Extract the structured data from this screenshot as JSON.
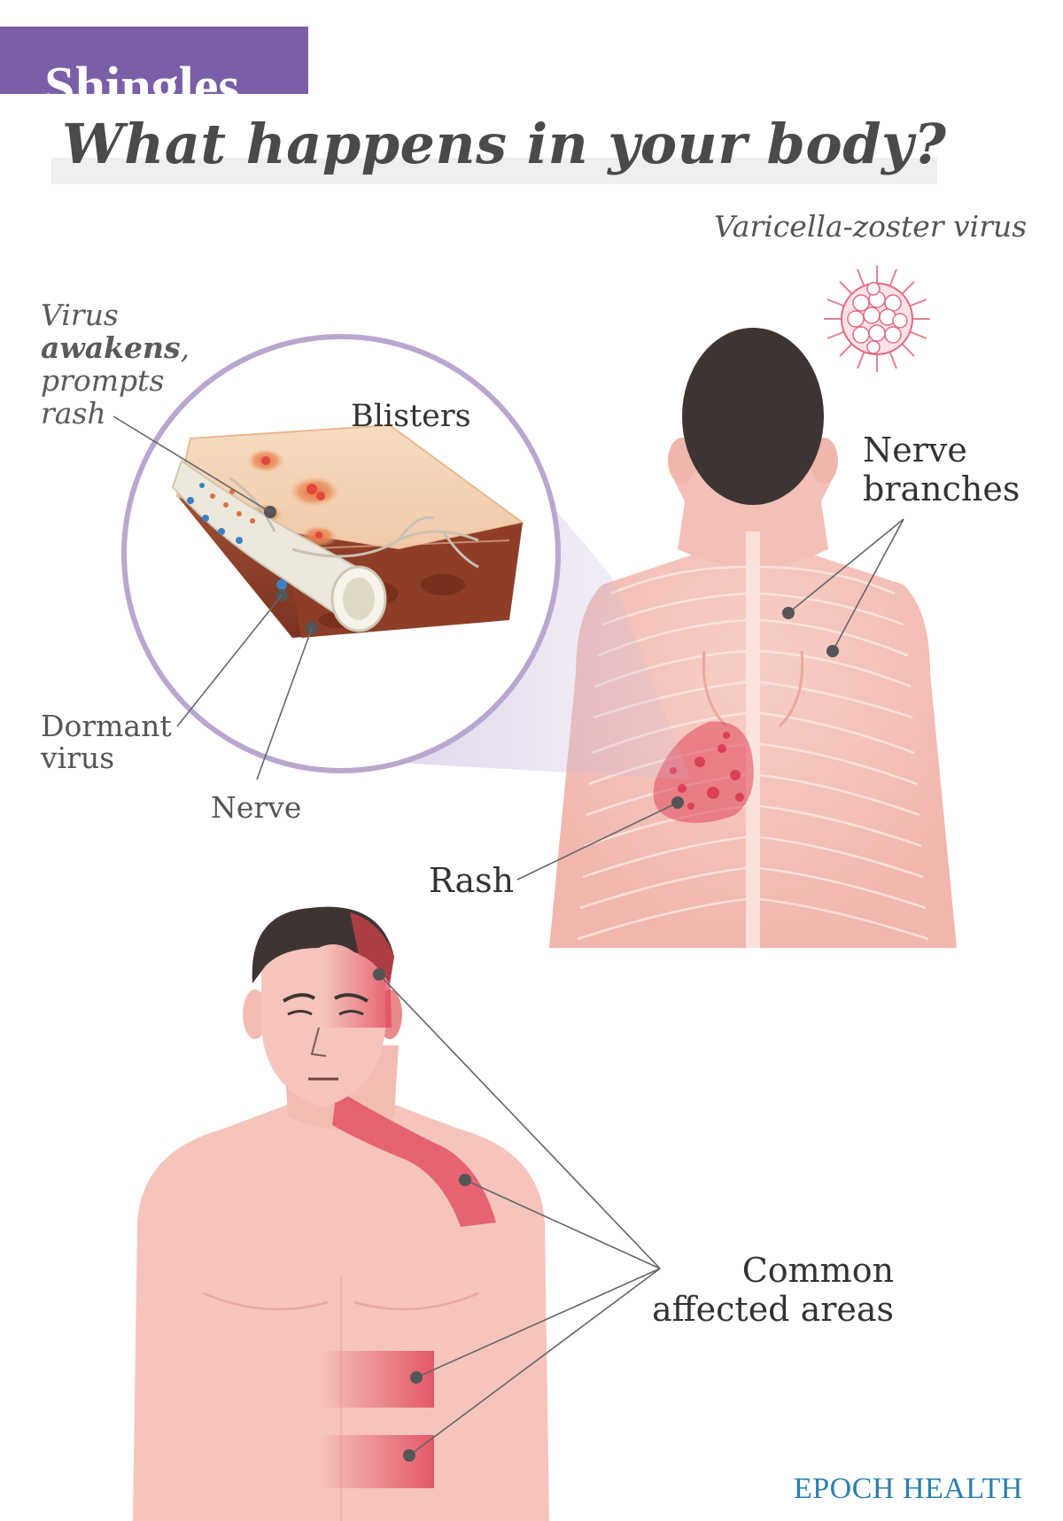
{
  "topic": "Shingles",
  "title": "What happens in your body?",
  "virus_name": "Varicella-zoster virus",
  "callouts": {
    "virus_awakens": {
      "line1": "Virus",
      "line2_bold": "awakens",
      "line2_rest": ",",
      "line3": "prompts",
      "line4": "rash"
    },
    "blisters": "Blisters",
    "nerve_branches": {
      "line1": "Nerve",
      "line2": "branches"
    },
    "dormant_virus": {
      "line1": "Dormant",
      "line2": "virus"
    },
    "nerve": "Nerve",
    "rash": "Rash",
    "common_areas": {
      "line1": "Common",
      "line2": "affected areas"
    }
  },
  "brand": "EPOCH HEALTH",
  "colors": {
    "topic_bar": "#7a5ea8",
    "skin": "#f5c4bc",
    "rash": "#e0445a",
    "brand": "#2a7fb0"
  }
}
